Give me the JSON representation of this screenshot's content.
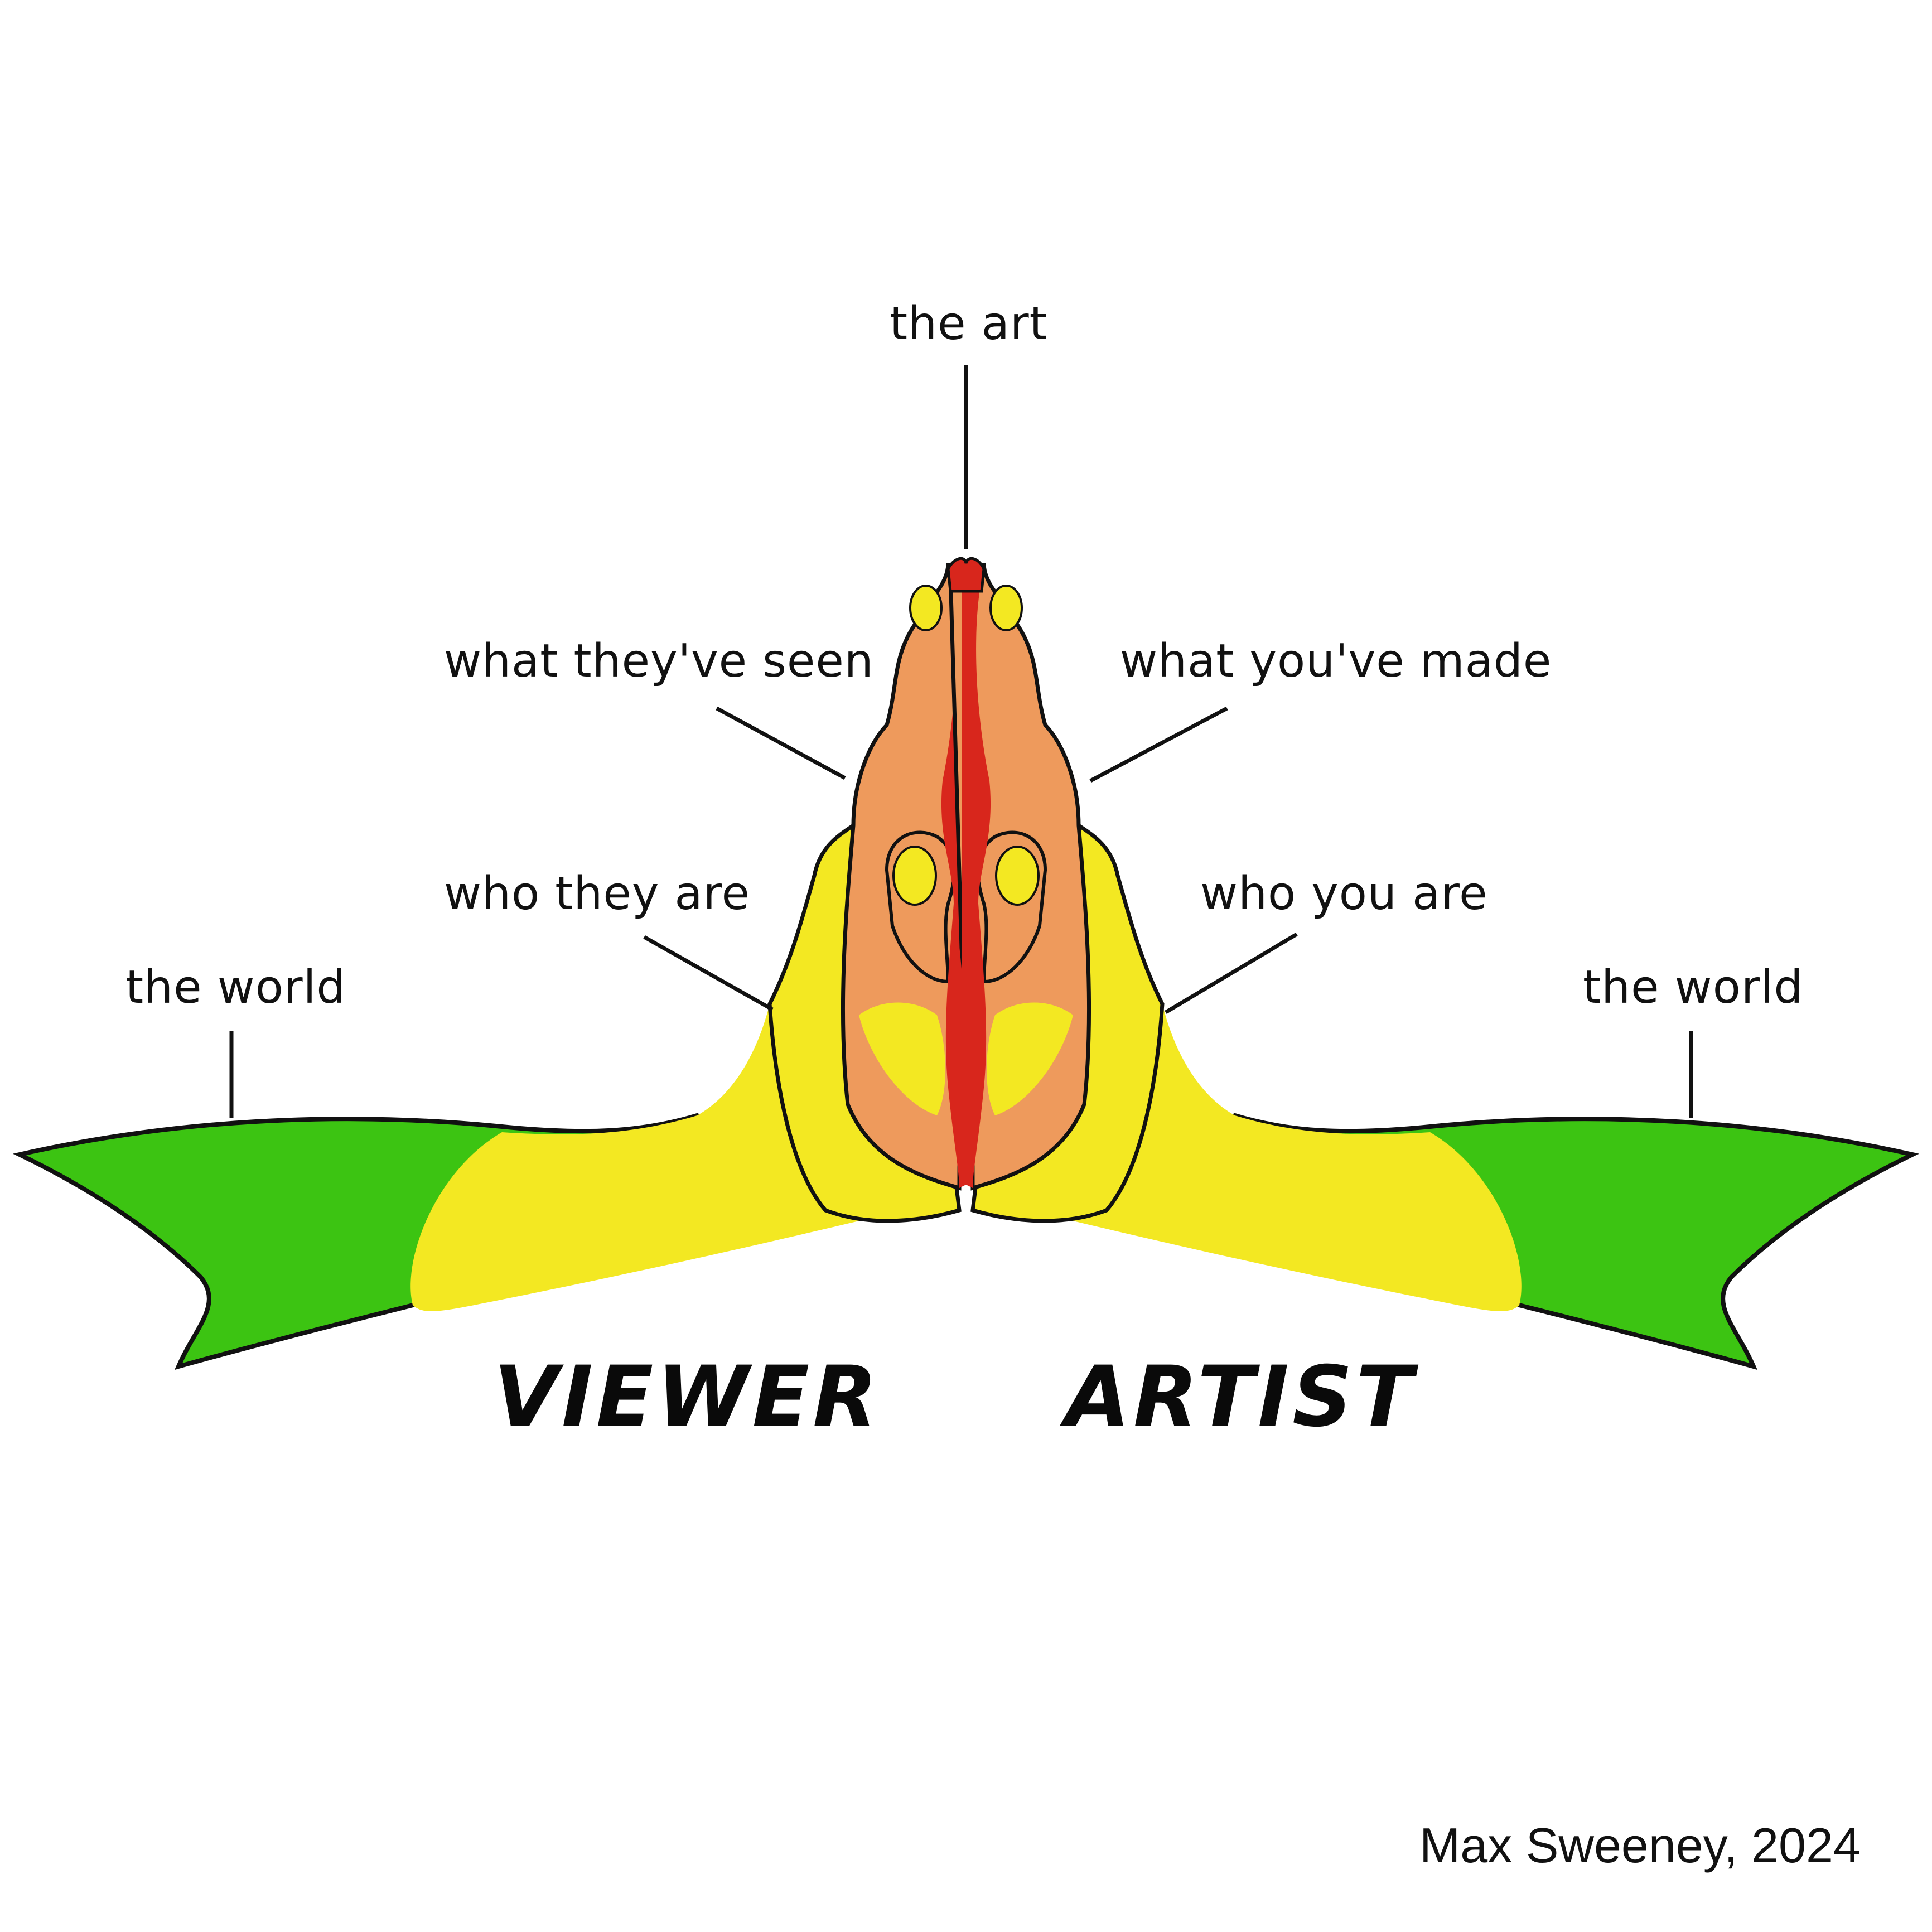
{
  "labels": {
    "top": "the art",
    "viewer_upper": "what they've seen",
    "viewer_lower": "who they are",
    "artist_upper": "what you've made",
    "artist_lower": "who you are",
    "world_left": "the world",
    "world_right": "the world"
  },
  "roles": {
    "viewer": "VIEWER",
    "artist": "ARTIST"
  },
  "credit": "Max Sweeney, 2024",
  "colors": {
    "world_green": "#3cc412",
    "self_yellow": "#f3e822",
    "seen_orange": "#ee9a5c",
    "art_red": "#d8261c",
    "outline": "#111111"
  }
}
